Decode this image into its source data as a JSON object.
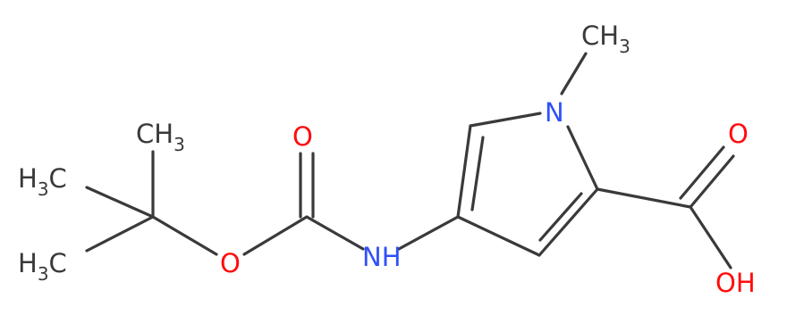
{
  "molecule": {
    "colors": {
      "carbon_bond": "#3a3a3a",
      "nitrogen": "#3050f8",
      "oxygen": "#ff0d0d",
      "label": "#3a3a3a"
    },
    "labels": {
      "ch3_top": "CH",
      "ch3_top_sub": "3",
      "tbu_ch3_top": "CH",
      "tbu_ch3_top_sub": "3",
      "tbu_ch3_left_upper_h": "H",
      "tbu_ch3_left_upper_sub": "3",
      "tbu_ch3_left_upper_c": "C",
      "tbu_ch3_left_lower_h": "H",
      "tbu_ch3_left_lower_sub": "3",
      "tbu_ch3_left_lower_c": "C",
      "ring_nitrogen": "N",
      "amide_nh": "NH",
      "ester_oxygen": "O",
      "carbonyl_oxygen_boc": "O",
      "carbonyl_oxygen_acid": "O",
      "hydroxyl": "OH"
    }
  }
}
